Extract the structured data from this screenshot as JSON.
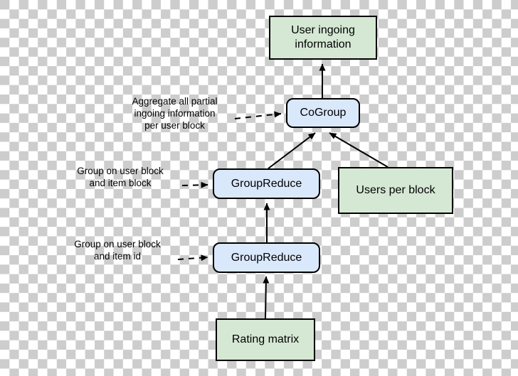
{
  "diagram": {
    "nodes": {
      "user_ingoing": {
        "label": "User ingoing\ninformation",
        "shape": "rectangle",
        "fill": "#d5e8d4"
      },
      "cogroup": {
        "label": "CoGroup",
        "shape": "rounded-rectangle",
        "fill": "#dae8fc"
      },
      "groupreduce_upper": {
        "label": "GroupReduce",
        "shape": "rounded-rectangle",
        "fill": "#dae8fc"
      },
      "users_per_block": {
        "label": "Users per block",
        "shape": "rectangle",
        "fill": "#d5e8d4"
      },
      "groupreduce_lower": {
        "label": "GroupReduce",
        "shape": "rounded-rectangle",
        "fill": "#dae8fc"
      },
      "rating_matrix": {
        "label": "Rating matrix",
        "shape": "rectangle",
        "fill": "#d5e8d4"
      }
    },
    "annotations": {
      "cogroup_note": "Aggregate all partial\ningoing information\nper user block",
      "groupreduce_upper_note": "Group on user block\nand item block",
      "groupreduce_lower_note": "Group on user block\nand item id"
    },
    "edges": [
      {
        "from": "cogroup",
        "to": "user_ingoing",
        "style": "solid"
      },
      {
        "from": "groupreduce_upper",
        "to": "cogroup",
        "style": "solid"
      },
      {
        "from": "users_per_block",
        "to": "cogroup",
        "style": "solid"
      },
      {
        "from": "groupreduce_lower",
        "to": "groupreduce_upper",
        "style": "solid"
      },
      {
        "from": "rating_matrix",
        "to": "groupreduce_lower",
        "style": "solid"
      },
      {
        "from": "cogroup_note",
        "to": "cogroup",
        "style": "dashed"
      },
      {
        "from": "groupreduce_upper_note",
        "to": "groupreduce_upper",
        "style": "dashed"
      },
      {
        "from": "groupreduce_lower_note",
        "to": "groupreduce_lower",
        "style": "dashed"
      }
    ],
    "colors": {
      "node_border": "#000000",
      "green_fill": "#d5e8d4",
      "blue_fill": "#dae8fc",
      "arrow": "#000000",
      "checker_gray": "#cdcdcd",
      "checker_white": "#ffffff"
    }
  }
}
